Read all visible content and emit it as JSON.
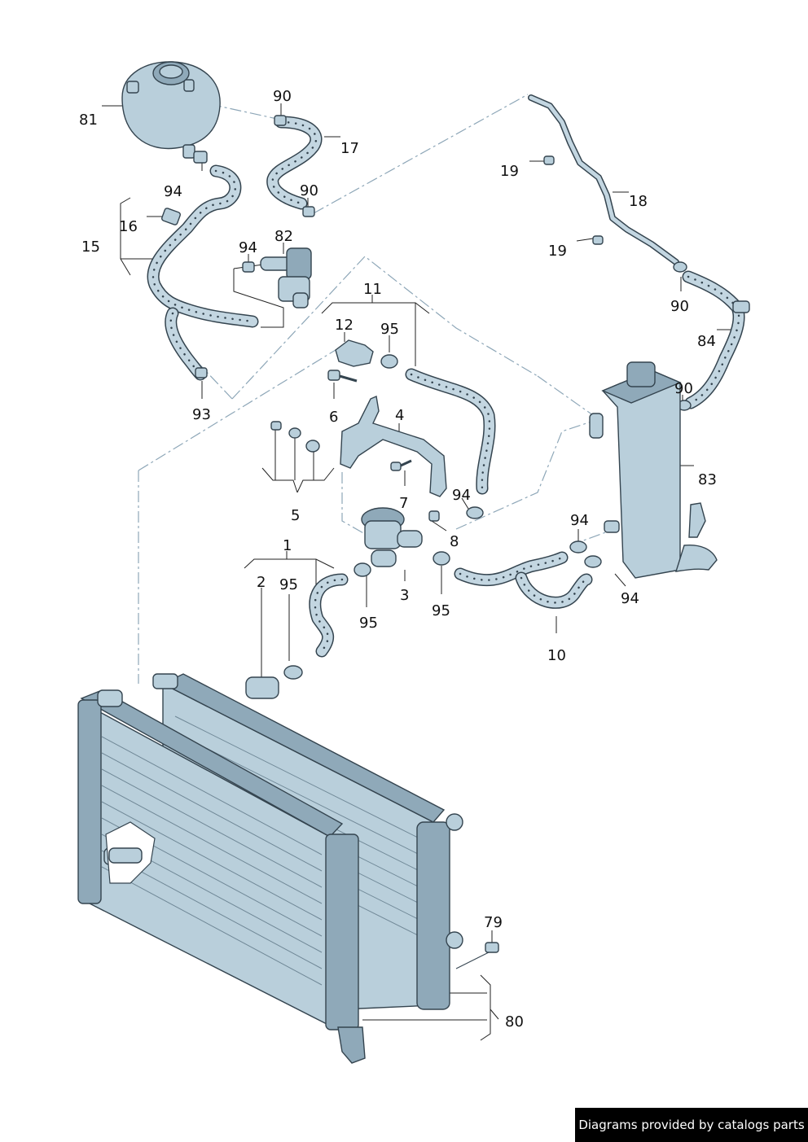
{
  "labels": [
    {
      "id": "1",
      "text": "1"
    },
    {
      "id": "2",
      "text": "2"
    },
    {
      "id": "3",
      "text": "3"
    },
    {
      "id": "4",
      "text": "4"
    },
    {
      "id": "5",
      "text": "5"
    },
    {
      "id": "6",
      "text": "6"
    },
    {
      "id": "7",
      "text": "7"
    },
    {
      "id": "8",
      "text": "8"
    },
    {
      "id": "10",
      "text": "10"
    },
    {
      "id": "11",
      "text": "11"
    },
    {
      "id": "12",
      "text": "12"
    },
    {
      "id": "15",
      "text": "15"
    },
    {
      "id": "16",
      "text": "16"
    },
    {
      "id": "17",
      "text": "17"
    },
    {
      "id": "18",
      "text": "18"
    },
    {
      "id": "19a",
      "text": "19"
    },
    {
      "id": "19b",
      "text": "19"
    },
    {
      "id": "79",
      "text": "79"
    },
    {
      "id": "80",
      "text": "80"
    },
    {
      "id": "81",
      "text": "81"
    },
    {
      "id": "82",
      "text": "82"
    },
    {
      "id": "83",
      "text": "83"
    },
    {
      "id": "84",
      "text": "84"
    },
    {
      "id": "90a",
      "text": "90"
    },
    {
      "id": "90b",
      "text": "90"
    },
    {
      "id": "90c",
      "text": "90"
    },
    {
      "id": "90d",
      "text": "90"
    },
    {
      "id": "93",
      "text": "93"
    },
    {
      "id": "94a",
      "text": "94"
    },
    {
      "id": "94b",
      "text": "94"
    },
    {
      "id": "94c",
      "text": "94"
    },
    {
      "id": "94d",
      "text": "94"
    },
    {
      "id": "94e",
      "text": "94"
    },
    {
      "id": "95a",
      "text": "95"
    },
    {
      "id": "95b",
      "text": "95"
    },
    {
      "id": "95c",
      "text": "95"
    },
    {
      "id": "95d",
      "text": "95"
    }
  ],
  "credit": "Diagrams provided by catalogs parts"
}
